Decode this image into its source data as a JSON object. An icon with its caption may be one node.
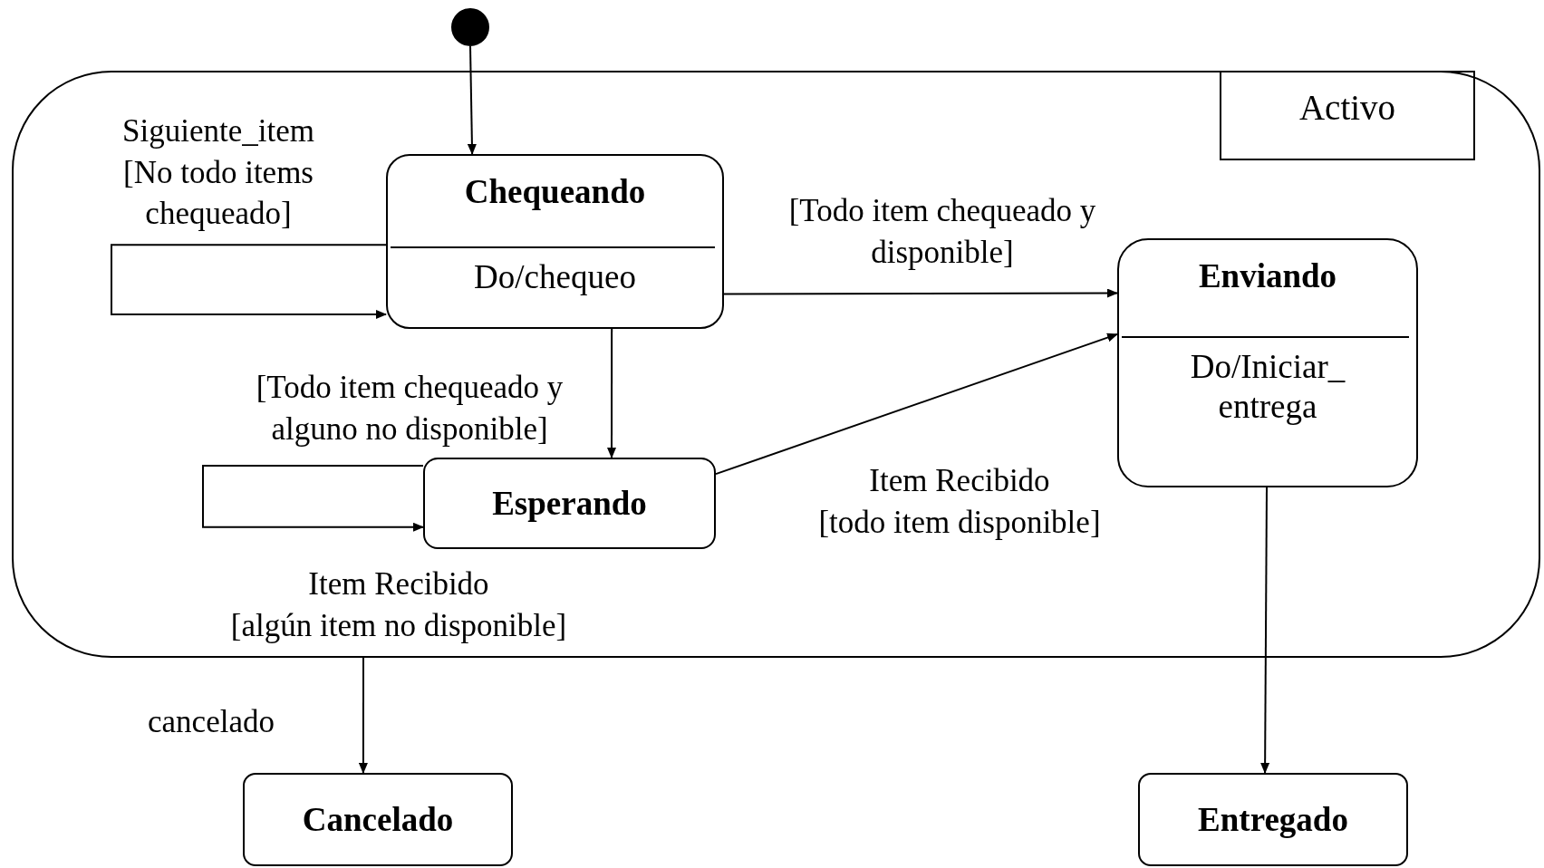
{
  "diagram": {
    "nodes": [
      {
        "text": [],
        "shape": "circle"
      },
      {
        "text": [
          "Activo"
        ]
      },
      {
        "text": [
          "Chequeando",
          "Do/chequeo"
        ],
        "in": 1
      },
      {
        "text": [
          "Enviando",
          "Do/Iniciar_ entrega"
        ],
        "in": 1
      },
      {
        "text": [
          "Esperando"
        ],
        "in": 1
      },
      {
        "text": [
          "Cancelado"
        ]
      },
      {
        "text": [
          "Entregado"
        ]
      }
    ],
    "edges": [
      {
        "from": 0,
        "to": 2,
        "arrow": "to"
      },
      {
        "from": 2,
        "to": 2,
        "arrow": "to",
        "label": "Siguiente_item [No todo items chequeado]"
      },
      {
        "from": 2,
        "to": 3,
        "arrow": "to",
        "label": "[Todo item chequeado y disponible]"
      },
      {
        "from": 2,
        "to": 4,
        "arrow": "to",
        "label": "[Todo item chequeado y alguno no disponible]"
      },
      {
        "from": 4,
        "to": 4,
        "arrow": "to",
        "label": "Item Recibido [algún item no disponible]"
      },
      {
        "from": 4,
        "to": 3,
        "arrow": "to",
        "label": "Item Recibido [todo item disponible]"
      },
      {
        "from": 1,
        "to": 5,
        "arrow": "to",
        "label": "cancelado"
      },
      {
        "from": 3,
        "to": 6,
        "arrow": "to"
      }
    ]
  }
}
